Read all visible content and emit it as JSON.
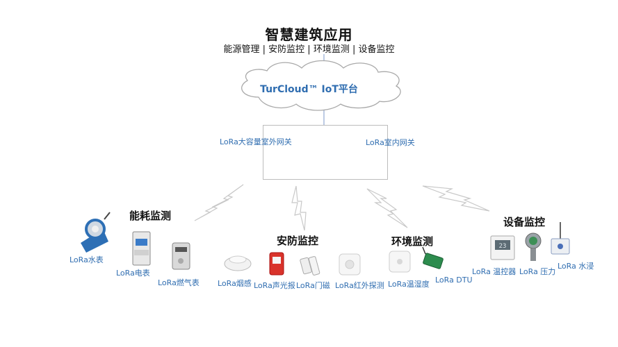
{
  "diagram": {
    "title": "智慧建筑应用",
    "subtitle": "能源管理 | 安防监控 | 环境监测 | 设备监控",
    "platform": "TurCloud™ IoT平台",
    "gateways": {
      "outdoor": "LoRa大容量室外网关",
      "indoor": "LoRa室内网关"
    },
    "categories": {
      "energy": "能耗监测",
      "security": "安防监控",
      "environment": "环境监测",
      "equipment": "设备监控"
    },
    "devices": {
      "water_meter": "LoRa水表",
      "electric_meter": "LoRa电表",
      "gas_meter": "LoRa燃气表",
      "smoke": "LoRa烟感",
      "sound_light": "LoRa声光报",
      "door": "LoRa门磁",
      "infrared": "LoRa红外探测",
      "temp_humidity": "LoRa温湿度",
      "dtu": "LoRa DTU",
      "thermostat": "LoRa 温控器",
      "pressure": "LoRa 压力",
      "water_leak": "LoRa 水浸"
    },
    "thermostat_display": "23"
  }
}
